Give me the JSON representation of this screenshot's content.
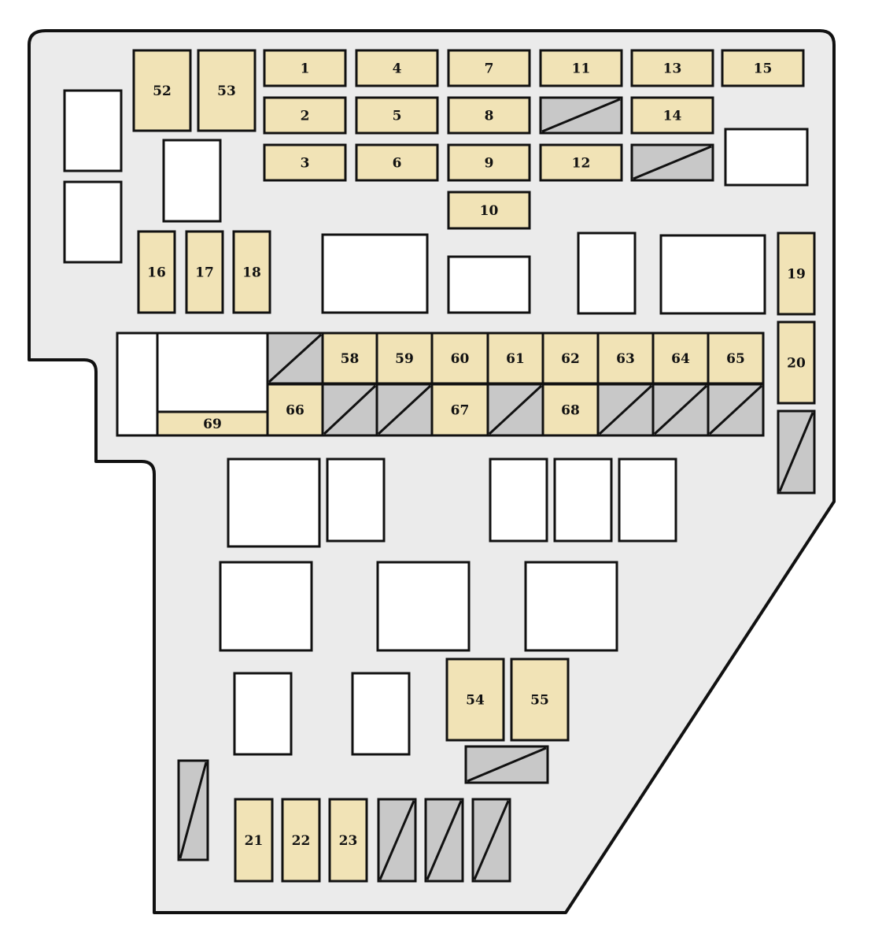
{
  "colors": {
    "housing": "#ebebeb",
    "fuse": "#f1e3b6",
    "empty": "#ffffff",
    "unused": "#c8c8c8",
    "stroke": "#111111"
  },
  "fuses": [
    {
      "id": "f1",
      "label": "1"
    },
    {
      "id": "f2",
      "label": "2"
    },
    {
      "id": "f3",
      "label": "3"
    },
    {
      "id": "f4",
      "label": "4"
    },
    {
      "id": "f5",
      "label": "5"
    },
    {
      "id": "f6",
      "label": "6"
    },
    {
      "id": "f7",
      "label": "7"
    },
    {
      "id": "f8",
      "label": "8"
    },
    {
      "id": "f9",
      "label": "9"
    },
    {
      "id": "f10",
      "label": "10"
    },
    {
      "id": "f11",
      "label": "11"
    },
    {
      "id": "f12",
      "label": "12"
    },
    {
      "id": "f13",
      "label": "13"
    },
    {
      "id": "f14",
      "label": "14"
    },
    {
      "id": "f15",
      "label": "15"
    },
    {
      "id": "f16",
      "label": "16"
    },
    {
      "id": "f17",
      "label": "17"
    },
    {
      "id": "f18",
      "label": "18"
    },
    {
      "id": "f19",
      "label": "19"
    },
    {
      "id": "f20",
      "label": "20"
    },
    {
      "id": "f21",
      "label": "21"
    },
    {
      "id": "f22",
      "label": "22"
    },
    {
      "id": "f23",
      "label": "23"
    },
    {
      "id": "f52",
      "label": "52"
    },
    {
      "id": "f53",
      "label": "53"
    },
    {
      "id": "f54",
      "label": "54"
    },
    {
      "id": "f55",
      "label": "55"
    },
    {
      "id": "f58",
      "label": "58"
    },
    {
      "id": "f59",
      "label": "59"
    },
    {
      "id": "f60",
      "label": "60"
    },
    {
      "id": "f61",
      "label": "61"
    },
    {
      "id": "f62",
      "label": "62"
    },
    {
      "id": "f63",
      "label": "63"
    },
    {
      "id": "f64",
      "label": "64"
    },
    {
      "id": "f65",
      "label": "65"
    },
    {
      "id": "f66",
      "label": "66"
    },
    {
      "id": "f67",
      "label": "67"
    },
    {
      "id": "f68",
      "label": "68"
    },
    {
      "id": "f69",
      "label": "69"
    }
  ]
}
